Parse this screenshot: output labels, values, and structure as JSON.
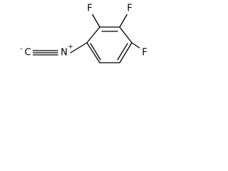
{
  "molecule": {
    "atoms": {
      "fluorine_c2": "F",
      "fluorine_c3": "F",
      "fluorine_c4": "F",
      "nitrogen": "N",
      "nitrogen_charge": "+",
      "isocyanide_carbon": "C",
      "isocyanide_carbon_charge": "-"
    }
  }
}
